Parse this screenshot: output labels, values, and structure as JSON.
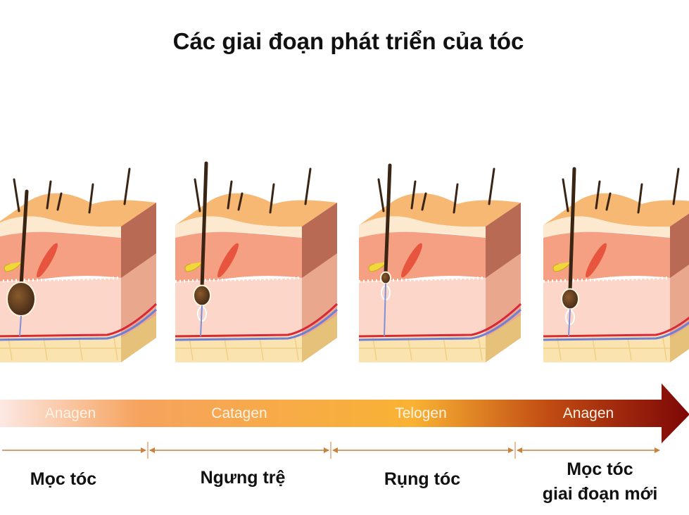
{
  "title": "Các giai đoạn phát triển của tóc",
  "phases": [
    "Anagen",
    "Catagen",
    "Telogen",
    "Anagen"
  ],
  "stages": [
    {
      "line1": "Mọc tóc"
    },
    {
      "line1": "Ngưng trệ"
    },
    {
      "line1": "Rụng tóc"
    },
    {
      "line1": "Mọc tóc",
      "line2": "giai đoạn mới"
    }
  ],
  "blocks": [
    {
      "stage": "anagen",
      "bulb": "large"
    },
    {
      "stage": "catagen",
      "bulb": "shrinking"
    },
    {
      "stage": "telogen",
      "bulb": "club"
    },
    {
      "stage": "anagen",
      "bulb": "new"
    }
  ],
  "colors": {
    "arrow_start": "#fde8e4",
    "arrow_mid": "#f9b233",
    "arrow_end": "#7e0707",
    "measure_line": "#c8823c",
    "hair": "#3a2414"
  }
}
